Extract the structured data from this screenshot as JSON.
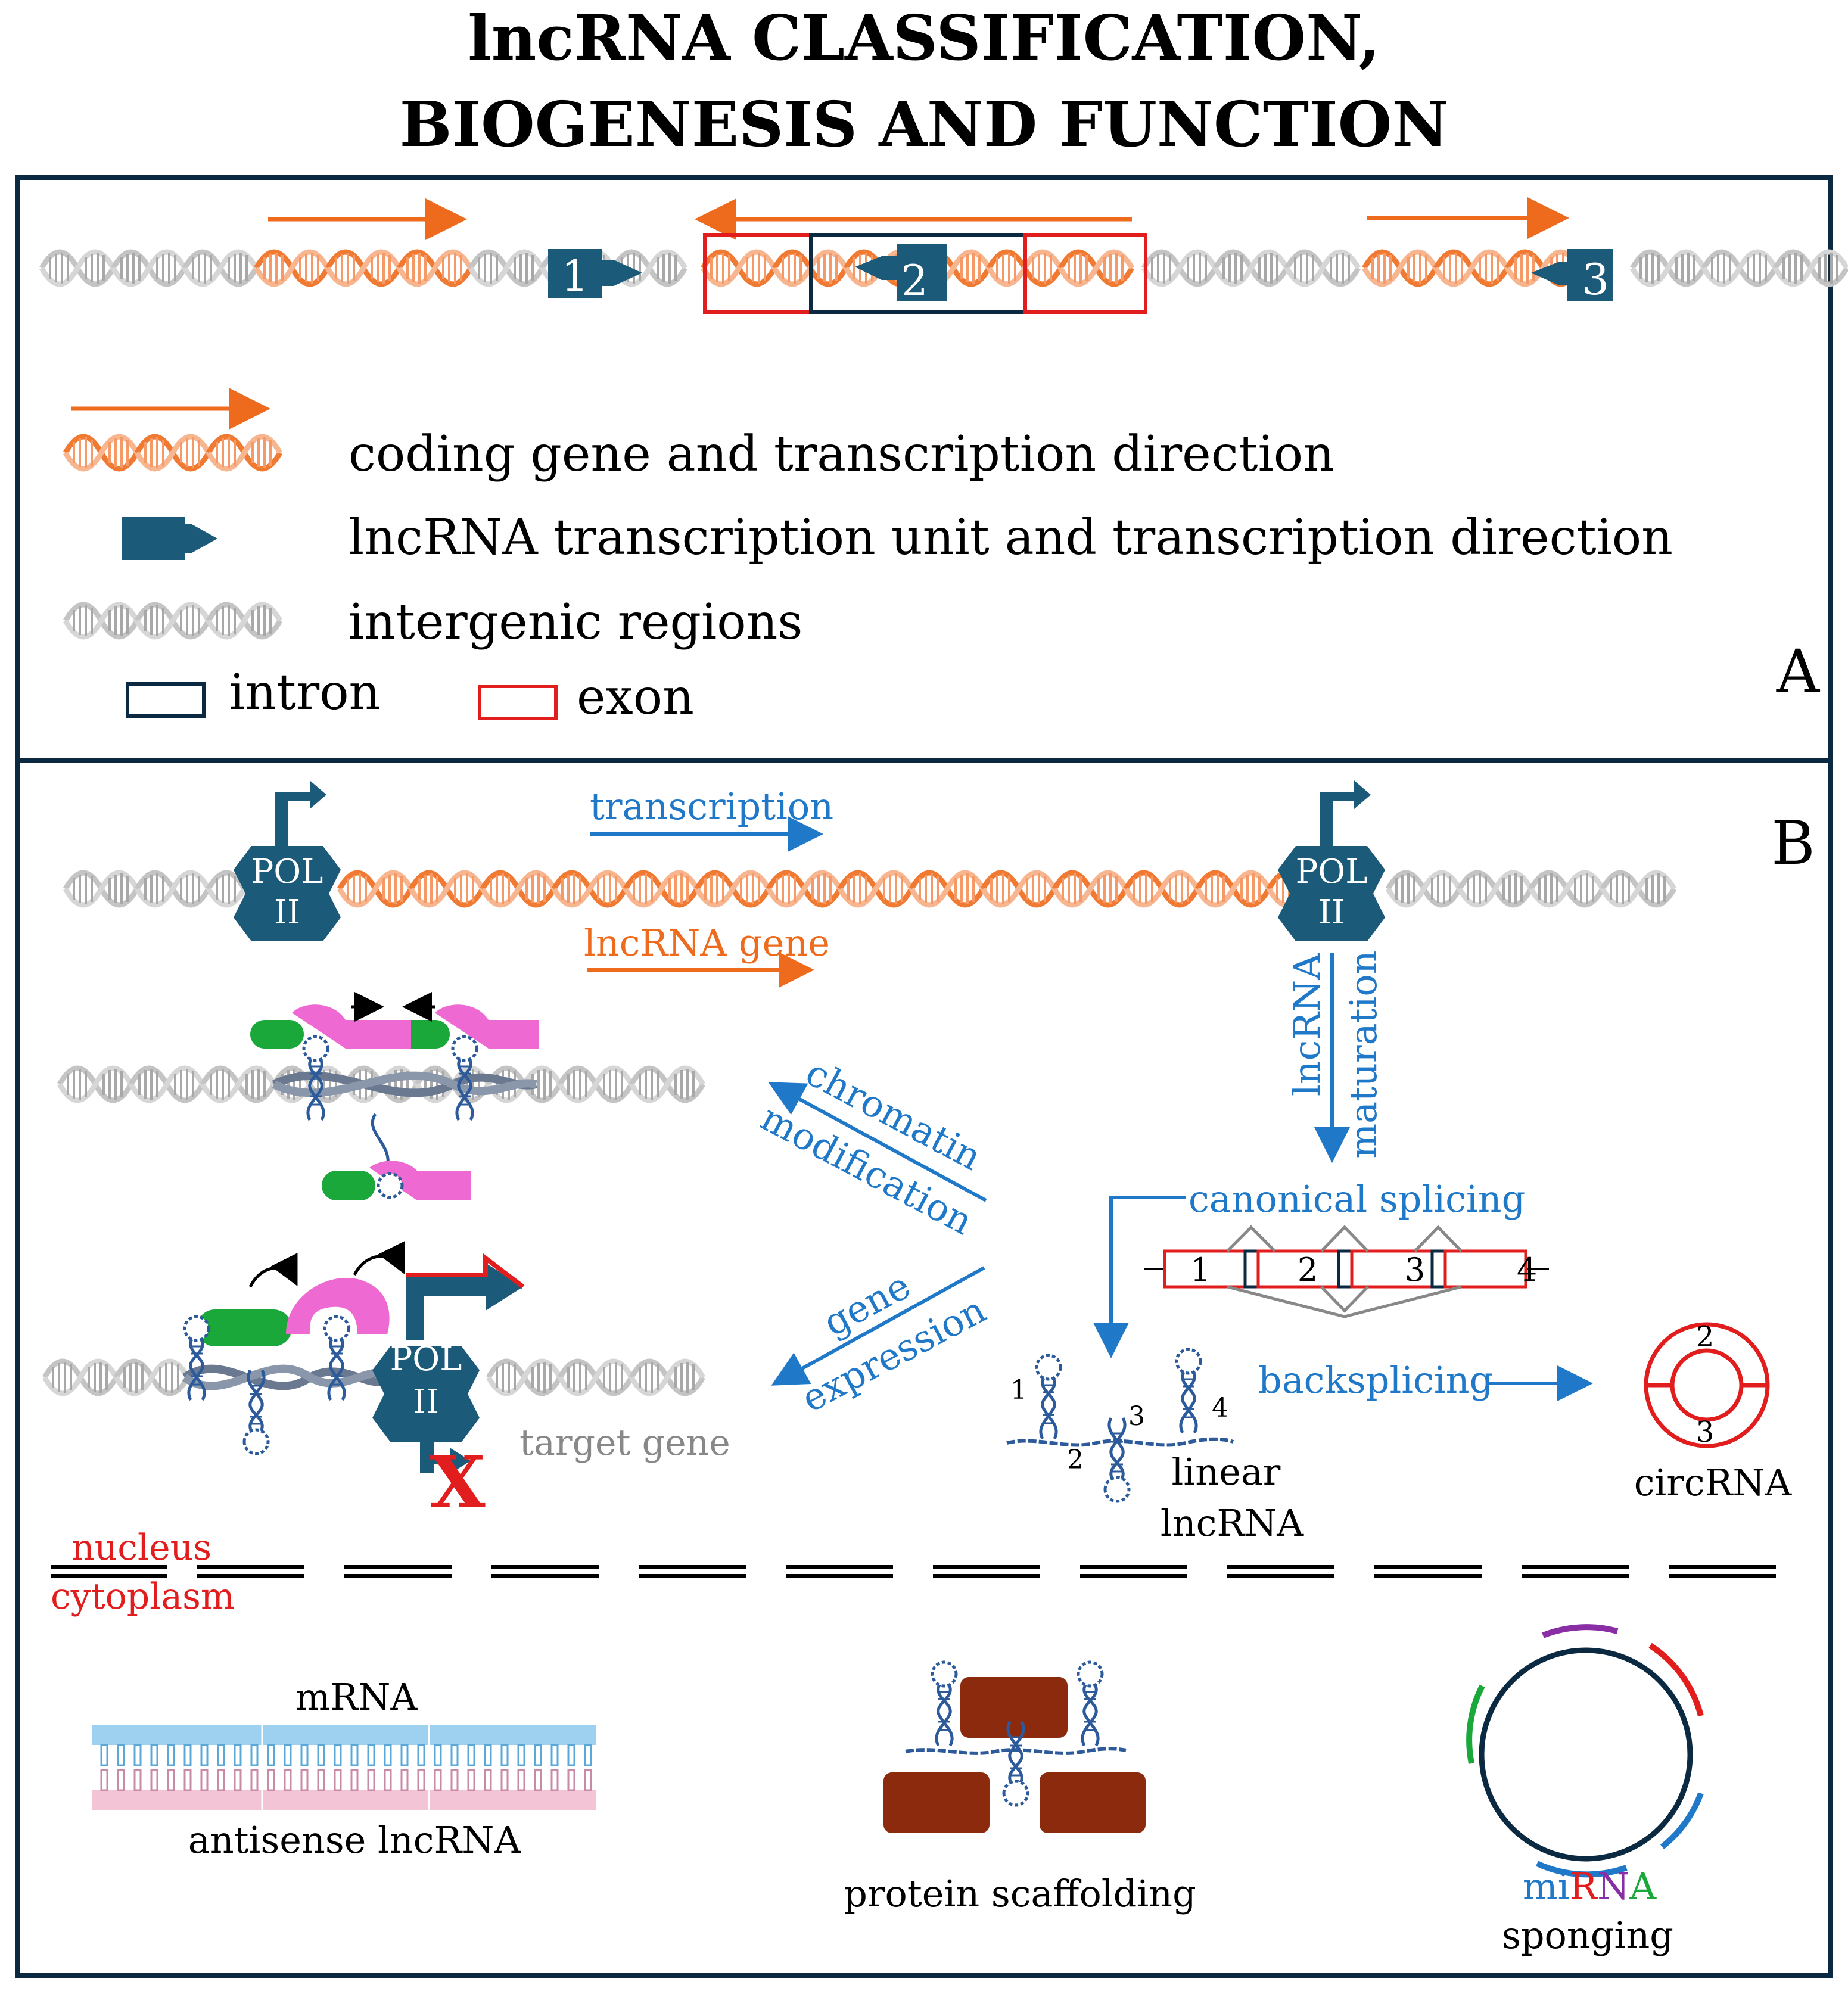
{
  "title": {
    "line1": "lncRNA CLASSIFICATION,",
    "line2": "BIOGENESIS AND FUNCTION"
  },
  "panel_a": {
    "panel_label": "A",
    "units": [
      "1",
      "2",
      "3"
    ],
    "legend": {
      "coding": "coding gene and transcription direction",
      "lncrna_unit": "lncRNA transcription unit and transcription direction",
      "intergenic": "intergenic regions",
      "intron": "intron",
      "exon": "exon"
    }
  },
  "panel_b": {
    "panel_label": "B",
    "pol_line1": "POL",
    "pol_line2": "II",
    "transcription": "transcription",
    "lncrna_gene": "lncRNA gene",
    "maturation_line1": "lncRNA",
    "maturation_line2": "maturation",
    "chromatin_line1": "chromatin",
    "chromatin_line2": "modification",
    "gene_expr_line1": "gene",
    "gene_expr_line2": "expression",
    "canonical_splicing": "canonical splicing",
    "exon_numbers": [
      "1",
      "2",
      "3",
      "4"
    ],
    "backsplicing": "backsplicing",
    "linear_line1": "linear",
    "linear_line2": "lncRNA",
    "linear_numbers": [
      "1",
      "2",
      "3",
      "4"
    ],
    "circ_numbers": [
      "2",
      "3"
    ],
    "circrna": "circRNA",
    "target_gene": "target gene",
    "x_mark": "X",
    "nucleus": "nucleus",
    "cytoplasm": "cytoplasm",
    "mrna": "mRNA",
    "antisense": "antisense lncRNA",
    "protein_scaffolding": "protein scaffolding",
    "mirna_mi": "mi",
    "mirna_r": "R",
    "mirna_n": "N",
    "mirna_a": "A",
    "sponging": "sponging"
  },
  "colors": {
    "dark_blue": "#1c5a7a",
    "orange": "#ee6a1c",
    "light_orange": "#f6b38a",
    "gray_dna": "#b8b8b8",
    "blue_text": "#1f78c8",
    "red": "#e21d1d",
    "green": "#1aa83a",
    "pink": "#ee6ad2",
    "brown": "#8b2a0c",
    "navy": "#0b2a42",
    "light_blue": "#9ed0f0",
    "light_pink": "#f2c4d6",
    "purple": "#8a2ea6"
  }
}
